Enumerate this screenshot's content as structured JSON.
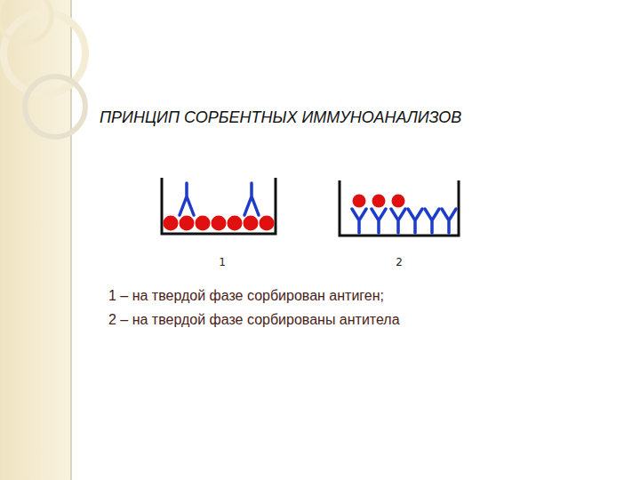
{
  "diagram": {
    "title": "ПРИНЦИП СОРБЕНТНЫХ ИММУНОАНАЛИЗОВ",
    "labels": [
      "1",
      "2",
      "1 – на твердой фазе сорбирован антиген;",
      "2 – на твердой фазе сорбированы антитела"
    ]
  }
}
